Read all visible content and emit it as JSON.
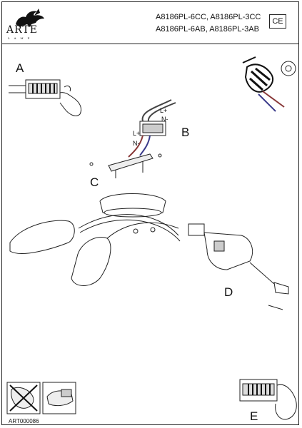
{
  "brand": {
    "name": "ARTE",
    "sub": "LAMP"
  },
  "models": {
    "line1": "A8186PL-6CC, A8186PL-3CC",
    "line2": "A8186PL-6AB, A8186PL-3AB"
  },
  "cert_mark": "CE",
  "steps": {
    "a": "A",
    "b": "B",
    "c": "C",
    "d": "D",
    "e": "E"
  },
  "wire_labels": {
    "l_plus_1": "L+",
    "n_minus_1": "N-",
    "l_plus_2": "L+",
    "n_minus_2": "N-"
  },
  "article_code": "ART000086"
}
